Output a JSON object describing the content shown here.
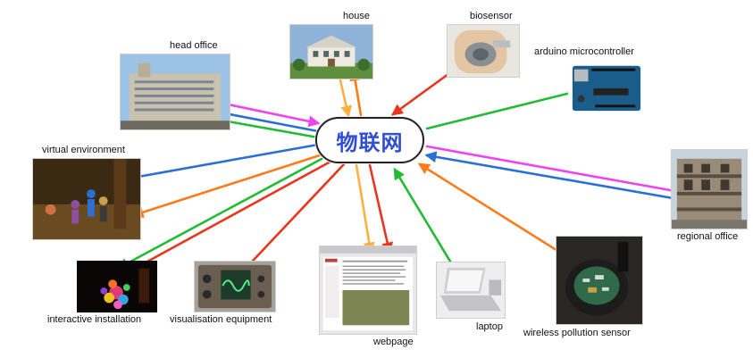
{
  "hub": {
    "label": "物联网"
  },
  "nodes": {
    "house": {
      "label": "house"
    },
    "biosensor": {
      "label": "biosensor"
    },
    "head_office": {
      "label": "head office"
    },
    "arduino": {
      "label": "arduino microcontroller"
    },
    "virtual_environment": {
      "label": "virtual environment"
    },
    "regional_office": {
      "label": "regional office"
    },
    "interactive_installation": {
      "label": "interactive installation"
    },
    "visualisation_equipment": {
      "label": "visualisation equipment"
    },
    "webpage": {
      "label": "webpage"
    },
    "laptop": {
      "label": "laptop"
    },
    "wireless_pollution_sensor": {
      "label": "wireless pollution sensor"
    }
  },
  "colors": {
    "magenta": "#ee44ee",
    "blue": "#2a6fd6",
    "green": "#22bb33",
    "orange": "#ff7a1a",
    "red": "#e8361e",
    "light_orange": "#ffb040",
    "hub_text": "#2f4fd8"
  }
}
